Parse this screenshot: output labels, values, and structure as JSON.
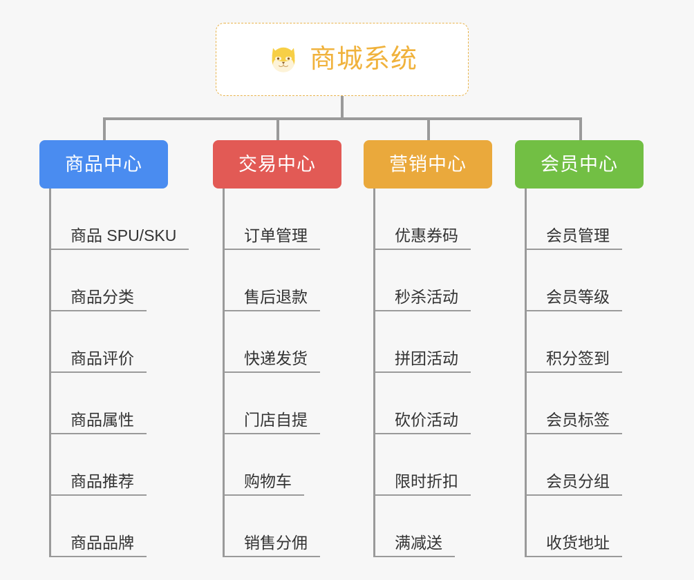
{
  "root": {
    "title": "商城系统",
    "icon": "shiba-dog-icon",
    "accent_color": "#f0b23c",
    "border_color": "#e8b34a",
    "background": "#ffffff"
  },
  "canvas": {
    "background": "#f7f7f7",
    "connector_color": "#9a9a9a"
  },
  "columns": [
    {
      "title": "商品中心",
      "color": "#4a8cf0",
      "items": [
        {
          "label": "商品 SPU/SKU"
        },
        {
          "label": "商品分类"
        },
        {
          "label": "商品评价"
        },
        {
          "label": "商品属性"
        },
        {
          "label": "商品推荐"
        },
        {
          "label": "商品品牌"
        }
      ]
    },
    {
      "title": "交易中心",
      "color": "#e25a55",
      "items": [
        {
          "label": "订单管理"
        },
        {
          "label": "售后退款"
        },
        {
          "label": "快递发货"
        },
        {
          "label": "门店自提"
        },
        {
          "label": "购物车"
        },
        {
          "label": "销售分佣"
        }
      ]
    },
    {
      "title": "营销中心",
      "color": "#eaa93c",
      "items": [
        {
          "label": "优惠券码"
        },
        {
          "label": "秒杀活动"
        },
        {
          "label": "拼团活动"
        },
        {
          "label": "砍价活动"
        },
        {
          "label": "限时折扣"
        },
        {
          "label": "满减送"
        }
      ]
    },
    {
      "title": "会员中心",
      "color": "#72bf44",
      "items": [
        {
          "label": "会员管理"
        },
        {
          "label": "会员等级"
        },
        {
          "label": "积分签到"
        },
        {
          "label": "会员标签"
        },
        {
          "label": "会员分组"
        },
        {
          "label": "收货地址"
        }
      ]
    }
  ]
}
